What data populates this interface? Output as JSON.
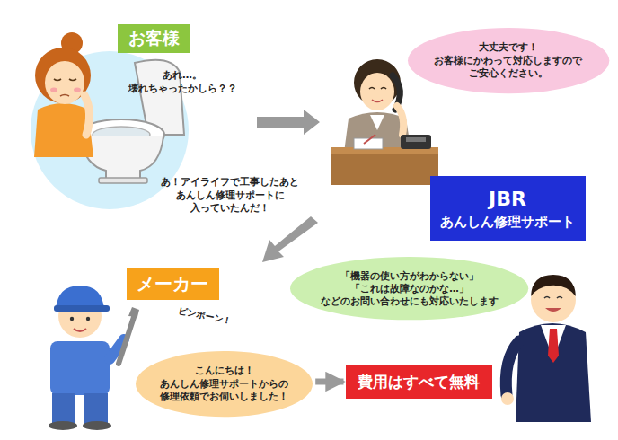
{
  "diagram": {
    "nodes": [
      {
        "text": [
          "お客様"
        ]
      },
      {
        "text": [
          "大丈夫です！ お客様にかわって対応しますので ご安心ください。"
        ]
      },
      {
        "text": [
          "JBR",
          "あんしん修理サポート"
        ]
      },
      {
        "text": [
          "メーカー"
        ]
      },
      {
        "text": [
          "「機器の使い方がわからない」 「これは故障なのかな…」 などのお問い合わせにも対応いたします"
        ]
      },
      {
        "text": [
          "こんにちは！ あんしん修理サポートからの 修理依頼でお伺いしました！"
        ]
      },
      {
        "text": [
          "費用はすべて無料"
        ]
      }
    ],
    "edges": [
      {
        "from": 5,
        "to": 6,
        "arrow": "to"
      }
    ],
    "labels": [
      "あれ…。 壊れちゃったかしら？？",
      "あ！アイライフで工事したあと あんしん修理サポートに 入っていたんだ！",
      "ピンポーン！"
    ]
  }
}
